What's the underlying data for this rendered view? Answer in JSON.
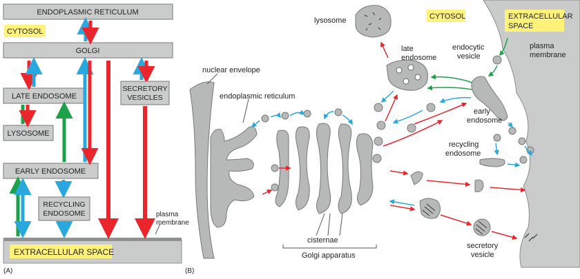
{
  "panel_a": {
    "label": "(A)",
    "boxes": {
      "er": "ENDOPLASMIC RETICULUM",
      "golgi": "GOLGI",
      "late_endosome": "LATE ENDOSOME",
      "lysosome": "LYSOSOME",
      "early_endosome": "EARLY ENDOSOME",
      "recycling_line1": "RECYCLING",
      "recycling_line2": "ENDOSOME",
      "secretory_line1": "SECRETORY",
      "secretory_line2": "VESICLES",
      "extracellular": "EXTRACELLULAR SPACE"
    },
    "cytosol": "CYTOSOL",
    "plasma_line1": "plasma",
    "plasma_line2": "membrane"
  },
  "panel_b": {
    "label": "(B)",
    "cytosol": "CYTOSOL",
    "extracellular_line1": "EXTRACELLULAR",
    "extracellular_line2": "SPACE",
    "lysosome": "lysosome",
    "late_endosome_line1": "late",
    "late_endosome_line2": "endosome",
    "endocytic_line1": "endocytic",
    "endocytic_line2": "vesicle",
    "plasma_line1": "plasma",
    "plasma_line2": "membrane",
    "nuclear_envelope": "nuclear envelope",
    "endoplasmic_reticulum": "endoplasmic reticulum",
    "early_endosome_line1": "early",
    "early_endosome_line2": "endosome",
    "recycling_line1": "recycling",
    "recycling_line2": "endosome",
    "cisternae": "cisternae",
    "golgi_apparatus": "Golgi apparatus",
    "secretory_line1": "secretory",
    "secretory_line2": "vesicle"
  },
  "colors": {
    "red": "#e8262c",
    "blue": "#29a8e0",
    "green": "#1ca24a",
    "box_fill": "#c9cccb",
    "organelle_fill": "#b7b9b8",
    "highlight": "#fff27a"
  }
}
